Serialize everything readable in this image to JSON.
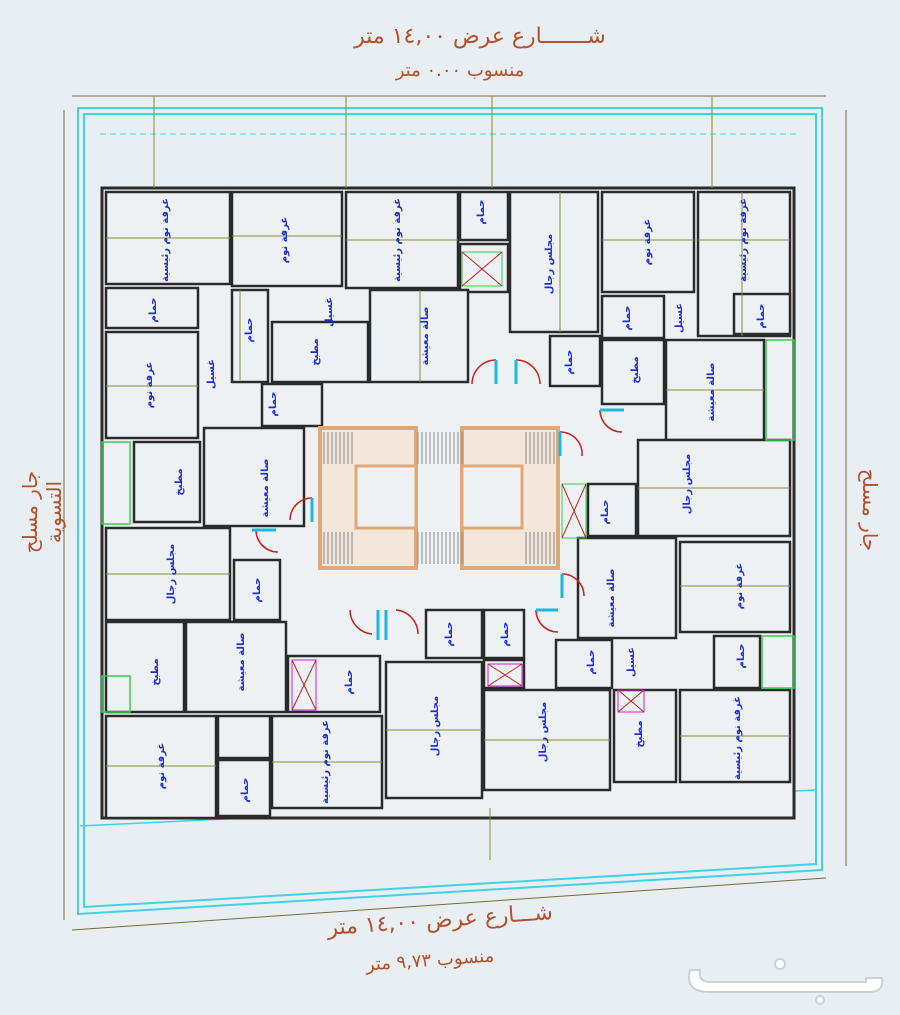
{
  "streets": {
    "top": {
      "name": "شـــــــارع عرض ١٤,٠٠ متر",
      "level": "منسوب    ٠.٠٠    متر"
    },
    "bottom": {
      "name": "شـــارع عرض ١٤,٠٠ متر",
      "level": "منسوب ٩,٧٣ متر"
    }
  },
  "neighbors": {
    "left": "جار مسلح\nالتسوية",
    "right": "جار مسلح"
  },
  "rooms": {
    "master_bedroom": "غرفة نوم رئيسية",
    "bedroom": "غرفة نوم",
    "bath": "حمام",
    "kitchen": "مطبخ",
    "living": "صالة معيشة",
    "men_majlis": "مجلس رجال",
    "laundry": "غسيل"
  },
  "logo_text": "حراج",
  "colors": {
    "wall": "#2b2b2b",
    "boundary": "#3fd3e6",
    "room_label": "#1f2fd6",
    "dimension": "#d11e1e",
    "stair": "#e0a878",
    "street_text": "#b5502e"
  }
}
